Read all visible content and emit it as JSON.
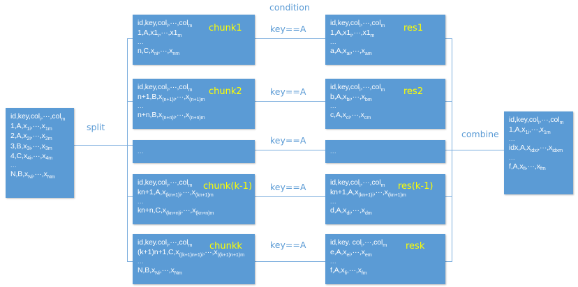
{
  "diagram": {
    "labels": {
      "condition": "condition",
      "split": "split",
      "combine": "combine"
    },
    "condition_expr": "key==A",
    "colors": {
      "box_fill": "#5B9BD5",
      "tag_text": "#FFFF00",
      "label_text": "#5B9BD5",
      "line": "#7BADDD",
      "box_text": "#FFFFFF"
    },
    "source": {
      "name": "source-table",
      "rows": [
        "id,key,col<sub>i</sub>,···,col<sub>m</sub>",
        "1,A,x<sub>1i</sub>,···,x<sub>1m</sub>",
        "2,A,x<sub>2i</sub>,···,x<sub>2m</sub>",
        "3,B,x<sub>3i</sub>,···,x<sub>3m</sub>",
        "4,C,x<sub>4i</sub>,···,x<sub>4m</sub>",
        "...",
        "N,B,x<sub>Ni</sub>,···,x<sub>Nm</sub>"
      ]
    },
    "chunks": [
      {
        "tag": "chunk1",
        "rows": [
          "id,key,col<sub>i</sub>,···,col<sub>m</sub>",
          "1,A,x1<sub>i</sub>,···,x1<sub>m</sub>",
          "...",
          "n,C,x<sub>ni</sub>,···,x<sub>nm</sub>"
        ]
      },
      {
        "tag": "chunk2",
        "rows": [
          "id,key,col<sub>i</sub>,···,col<sub>m</sub>",
          "n+1,B,x<sub>(n+1)i</sub>,···,x<sub>(n+1)m</sub>",
          "...",
          "n+n,B,x<sub>(n+n)i</sub>,···,x<sub>(n+n)m</sub>"
        ]
      },
      {
        "tag": "",
        "rows": [
          "..."
        ]
      },
      {
        "tag": "chunk(k-1)",
        "rows": [
          "id,key,col<sub>i</sub>,···,col<sub>m</sub>",
          "kn+1,A,x<sub>(kn+1)i</sub>,···,x<sub>(kn+1)m</sub>",
          "...",
          "kn+n,C,x<sub>(kn+n)i</sub>,···,x<sub>(kn+n)m</sub>"
        ]
      },
      {
        "tag": "chunkk",
        "rows": [
          "id,key.col<sub>i</sub>,···,col<sub>m</sub>",
          "(k+1)n+1,C,x<sub>((k+1)n+1)i</sub>,···,x<sub>((k+1)n+1)m</sub>",
          "...",
          "N,B,x<sub>Ni</sub>,···,x<sub>Nm</sub>"
        ]
      }
    ],
    "results": [
      {
        "tag": "res1",
        "rows": [
          "id,key,col<sub>i</sub>,···,col<sub>m</sub>",
          "1,A,x1<sub>i</sub>,···,x1<sub>m</sub>",
          "...",
          "a,A,x<sub>ai</sub>,···,x<sub>am</sub>"
        ]
      },
      {
        "tag": "res2",
        "rows": [
          "id,key,col<sub>i</sub>,···,col<sub>m</sub>",
          "b,A,x<sub>bi</sub>,···,x<sub>bm</sub>",
          "...",
          "c,A,x<sub>ci</sub>,···,x<sub>cm</sub>"
        ]
      },
      {
        "tag": "",
        "rows": [
          "..."
        ]
      },
      {
        "tag": "res(k-1)",
        "rows": [
          "id,key,col<sub>i</sub>,···,col<sub>m</sub>",
          "kn+1,A,x<sub>(kn+1)i</sub>,···,x<sub>(kn+1)m</sub>",
          "...",
          "d,A,x<sub>di</sub>,···,x<sub>dm</sub>"
        ]
      },
      {
        "tag": "resk",
        "rows": [
          "id,key. col<sub>i</sub>,···,col<sub>m</sub>",
          "e,A,x<sub>ei</sub>,···,x<sub>em</sub>",
          "...",
          "f,A,x<sub>fi</sub>,···,x<sub>fm</sub>"
        ]
      }
    ],
    "combined": {
      "name": "combined-table",
      "rows": [
        "id,key,col<sub>i</sub>,···,col<sub>m</sub>",
        "1,A,x<sub>1i</sub>,···,x<sub>1m</sub>",
        "...",
        "idx,A,x<sub>idxi</sub>,···,x<sub>idxm</sub>",
        "...",
        "f,A,x<sub>fi</sub>,···,x<sub>fm</sub>"
      ]
    },
    "condition_labels": [
      "key==A",
      "key==A",
      "key==A",
      "key==A",
      "key==A"
    ]
  }
}
